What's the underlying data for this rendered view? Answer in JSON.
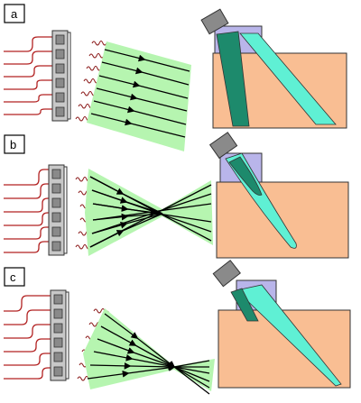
{
  "panels": [
    {
      "label": "a",
      "beam": "parallel",
      "focus_depth": "none"
    },
    {
      "label": "b",
      "beam": "focused",
      "focus_depth": "shallow"
    },
    {
      "label": "c",
      "beam": "focused",
      "focus_depth": "deep"
    }
  ],
  "colors": {
    "beam_fill": "#b6f5b0",
    "ray": "#000000",
    "wire": "#b22222",
    "pulse": "#8b1a1a",
    "array_housing": "#c8c8c8",
    "element": "#8a8a8a",
    "specimen": "#f9be93",
    "wedge": "#b9b5ea",
    "probe": "#8a8a8a",
    "beam_in_specimen": "#5ff0d4",
    "beam_dark": "#1d8a6c"
  }
}
